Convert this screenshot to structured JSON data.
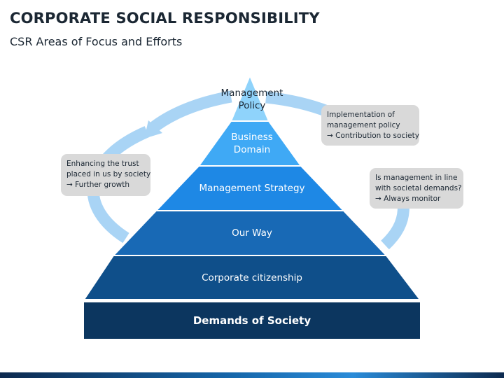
{
  "header": {
    "title": "CORPORATE SOCIAL RESPONSIBILITY",
    "subtitle": "CSR Areas of Focus and Efforts"
  },
  "pyramid": {
    "levels": [
      {
        "label": "Management Policy",
        "lines": [
          "Management",
          "Policy"
        ],
        "color": "#8fd3fb"
      },
      {
        "label": "Business Domain",
        "lines": [
          "Business",
          "Domain"
        ],
        "color": "#3fa9f5"
      },
      {
        "label": "Management Strategy",
        "lines": [
          "Management Strategy"
        ],
        "color": "#1e88e5"
      },
      {
        "label": "Our Way",
        "lines": [
          "Our Way"
        ],
        "color": "#1869b5"
      },
      {
        "label": "Corporate citizenship",
        "lines": [
          "Corporate citizenship"
        ],
        "color": "#0f4f8a"
      }
    ],
    "base": {
      "label": "Demands of Society",
      "color": "#0c365f"
    }
  },
  "cycle_color": "#a9d4f5",
  "callouts": {
    "left": {
      "line1": "Enhancing the trust",
      "line2": "placed in us by society",
      "line3": "→ Further growth"
    },
    "top_right": {
      "line1": "Implementation of",
      "line2": "management policy",
      "line3": "→ Contribution to society"
    },
    "mid_right": {
      "line1": "Is management in line",
      "line2": "with societal demands?",
      "line3": "→ Always monitor"
    }
  }
}
